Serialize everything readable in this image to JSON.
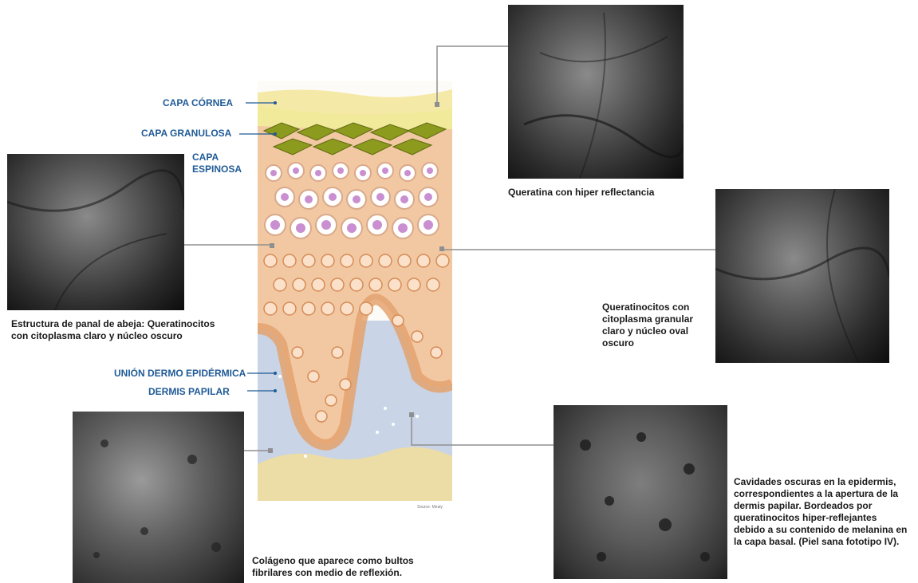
{
  "layers": {
    "cornea": "CAPA CÓRNEA",
    "granulosa": "CAPA GRANULOSA",
    "espinosa": "CAPA\nESPINOSA",
    "union": "UNIÓN DERMO EPIDÉRMICA",
    "dermis": "DERMIS PAPILAR"
  },
  "captions": {
    "top": "Queratina con hiper reflectancia",
    "left": "Estructura de panal de abeja: Queratinocitos con citoplasma claro y núcleo oscuro",
    "right": "Queratinocitos con citoplasma granular claro y núcleo oval oscuro",
    "bottom_left": "Colágeno que aparece como bultos fibrilares con medio de reflexión.",
    "bottom_right": "Cavidades oscuras en la epidermis, correspondientes a la apertura de la dermis papilar. Bordeados por queratinocitos hiper-reflejantes debido a su contenido de melanina en la capa basal. (Piel sana fototipo IV)."
  },
  "source_note": "Source: Mealy",
  "colors": {
    "label_blue": "#1f5a96",
    "connector": "#8f8f8f",
    "cornea": "#f5e9a8",
    "granulosa": "#8c9a1e",
    "cell_nucleus": "#c98fd1",
    "basal": "#e4a26e",
    "dermis": "#c9d4e6",
    "subcutis": "#ecdca6"
  }
}
